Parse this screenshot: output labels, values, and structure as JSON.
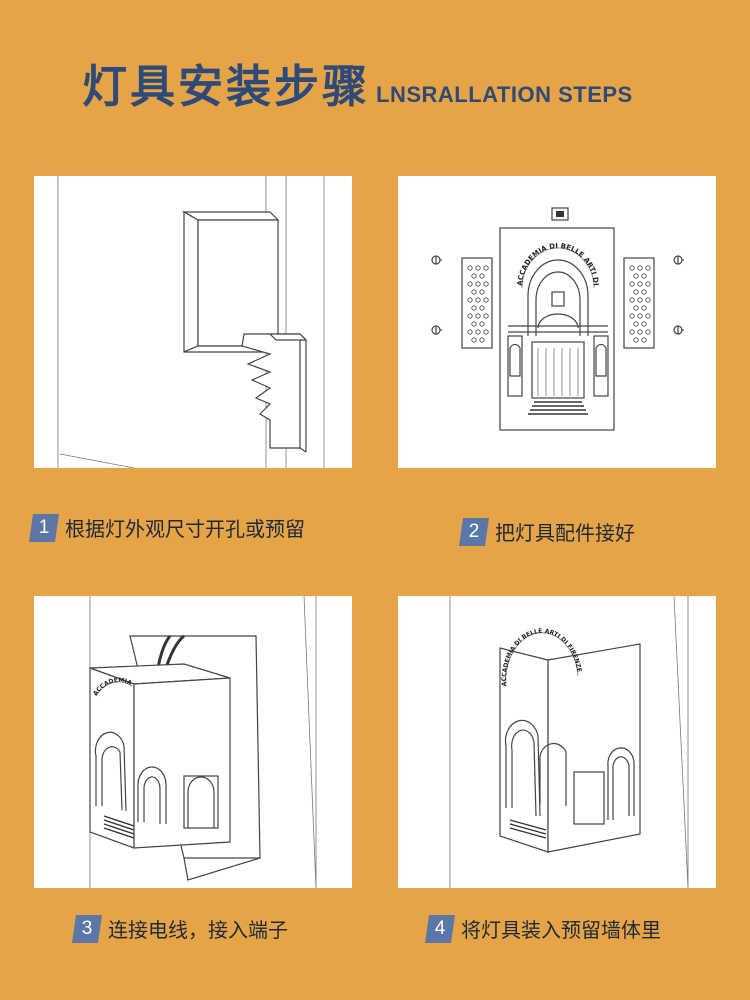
{
  "title": {
    "cn": "灯具安装步骤",
    "en": "LNSRALLATION STEPS"
  },
  "colors": {
    "background": "#E6A446",
    "title": "#2E4A78",
    "badge": "#5B77A8",
    "text": "#1E2A3A"
  },
  "steps": [
    {
      "num": "1",
      "text": "根据灯外观尺寸开孔或预留"
    },
    {
      "num": "2",
      "text": "把灯具配件接好"
    },
    {
      "num": "3",
      "text": "连接电线，接入端子"
    },
    {
      "num": "4",
      "text": "将灯具装入预留墙体里"
    }
  ],
  "product": {
    "arch_text": "ACCADEMIA DI BELLE ARTI DI FIRENZE"
  }
}
